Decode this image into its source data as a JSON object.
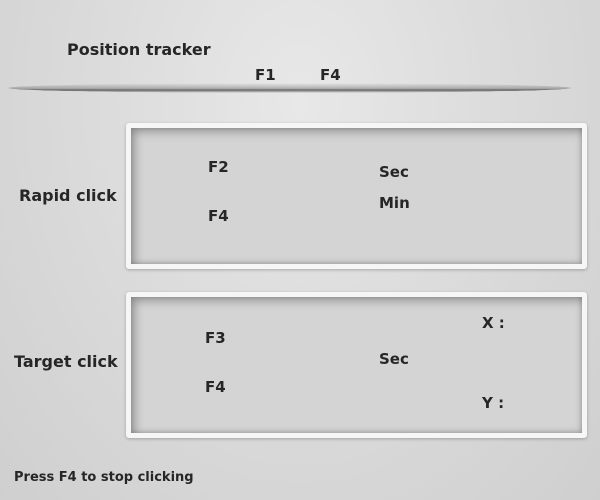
{
  "position_tracker": {
    "title": "Position tracker",
    "start_key": "F1",
    "stop_key": "F4"
  },
  "rapid_click": {
    "label": "Rapid click",
    "start_key": "F2",
    "stop_key": "F4",
    "interval_unit_sec": "Sec",
    "duration_unit_min": "Min"
  },
  "target_click": {
    "label": "Target click",
    "start_key": "F3",
    "stop_key": "F4",
    "interval_unit_sec": "Sec",
    "x_label": "X :",
    "y_label": "Y :"
  },
  "footer": {
    "hint": "Press F4 to stop clicking"
  }
}
